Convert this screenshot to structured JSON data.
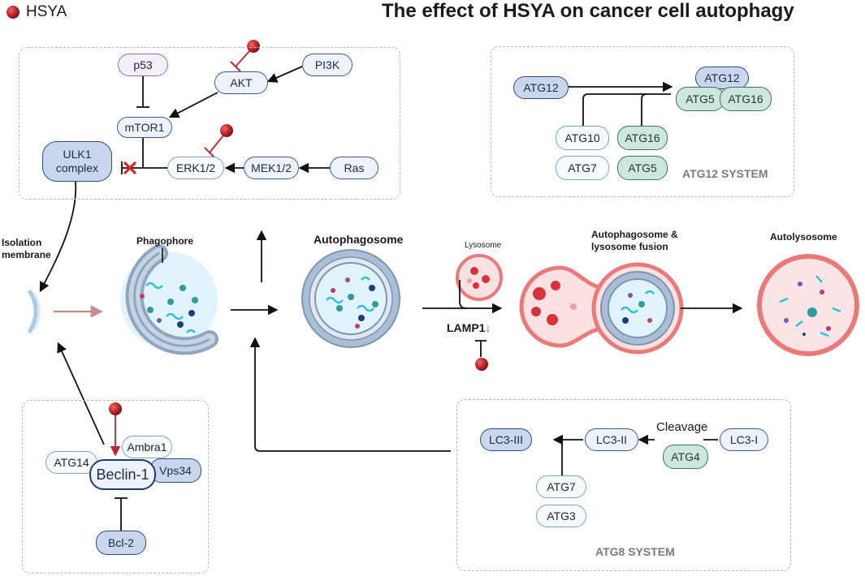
{
  "header": {
    "legend_label": "HSYA",
    "title": "The effect of HSYA on cancer cell autophagy",
    "legend_color": "#c0262d"
  },
  "nodes": {
    "p53": "p53",
    "akt": "AKT",
    "pi3k": "PI3K",
    "mtor1": "mTOR1",
    "ulk1": "ULK1\ncomplex",
    "erk": "ERK1/2",
    "mek": "MEK1/2",
    "ras": "Ras",
    "atg12_left": "ATG12",
    "atg12_top": "ATG12",
    "atg5_complex": "ATG5",
    "atg16_complex": "ATG16",
    "atg10": "ATG10",
    "atg16": "ATG16",
    "atg7_top": "ATG7",
    "atg5": "ATG5",
    "atg14": "ATG14",
    "ambra1": "Ambra1",
    "beclin1": "Beclin-1",
    "vps34": "Vps34",
    "bcl2": "Bcl-2",
    "lc3iii": "LC3-III",
    "lc3ii": "LC3-II",
    "lc3i": "LC3-I",
    "atg4": "ATG4",
    "atg7_bottom": "ATG7",
    "atg3": "ATG3"
  },
  "systems": {
    "atg12": "ATG12 SYSTEM",
    "atg8": "ATG8 SYSTEM"
  },
  "stages": {
    "isolation_membrane": "Isolation\nmembrane",
    "phagophore": "Phagophore",
    "autophagosome": "Autophagosome",
    "lysosome": "Lysosome",
    "fusion": "Autophagosome &\nlysosome fusion",
    "autolysosome": "Autolysosome",
    "lamp1": "LAMP1",
    "lamp1_arrow": "↓",
    "cleavage": "Cleavage"
  },
  "colors": {
    "hsya_red": "#c0262d",
    "membrane_blue": "#a9bfd6",
    "lysosome_pink": "#f08080"
  }
}
